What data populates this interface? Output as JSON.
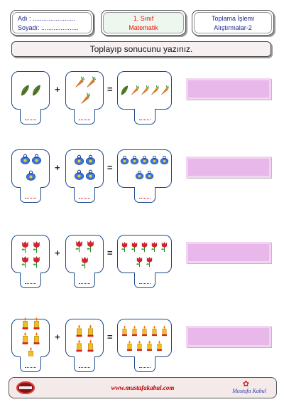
{
  "header": {
    "name_label": "Adı : ........................",
    "surname_label": "Soyadı: .....................",
    "grade": "1. Sınıf",
    "subject": "Matematik",
    "topic_line1": "Toplama İşlemi",
    "topic_line2": "Alıştırmalar-2"
  },
  "instruction": "Toplayıp sonucunu yazınız.",
  "problems": [
    {
      "item": "leaf-icon",
      "left_count": 2,
      "right_count": 3,
      "total": 5
    },
    {
      "item": "pacifier-icon",
      "left_count": 3,
      "right_count": 4,
      "total": 7
    },
    {
      "item": "tulip-icon",
      "left_count": 4,
      "right_count": 3,
      "total": 7
    },
    {
      "item": "candle-icon",
      "left_count": 5,
      "right_count": 4,
      "total": 9
    }
  ],
  "operators": {
    "plus": "+",
    "equals": "="
  },
  "footer": {
    "url": "www.mustafakabul.com",
    "signature": "Mustafa Kabul"
  },
  "colors": {
    "answer_box": "#e8b8ea",
    "card_border": "#1a4a8a"
  }
}
